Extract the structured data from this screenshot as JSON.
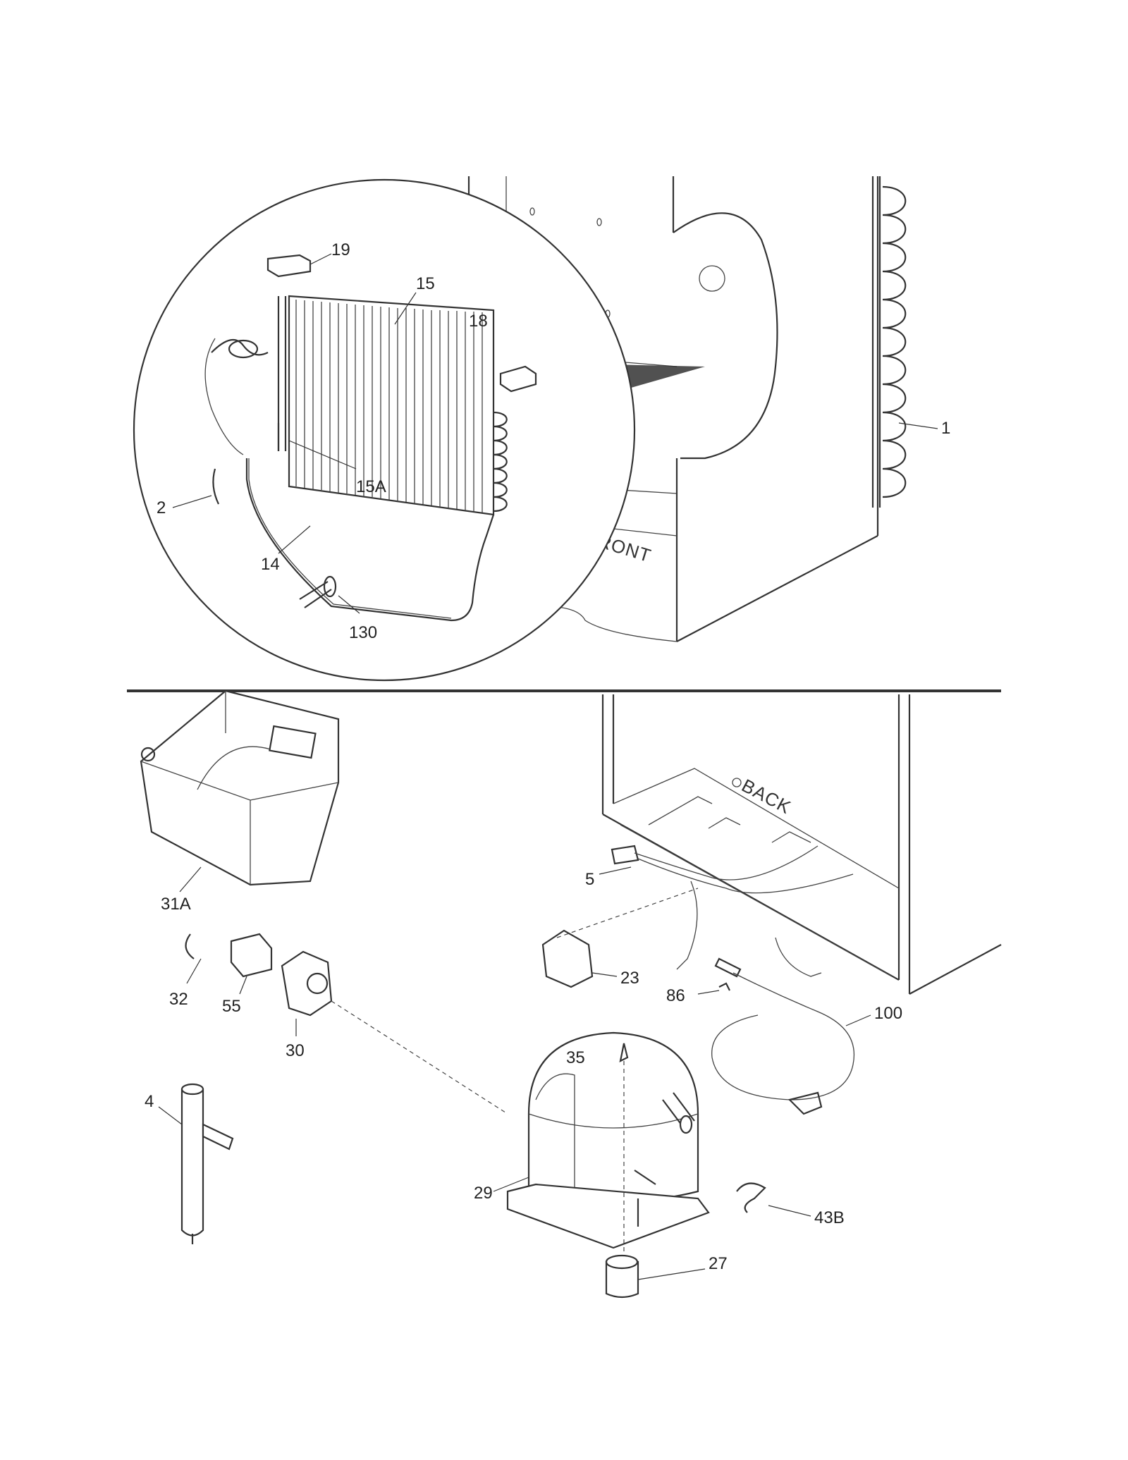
{
  "colors": {
    "line": "#333333",
    "background": "#ffffff"
  },
  "words": {
    "front": "FRONT",
    "back": "BACK"
  },
  "callouts": {
    "c1": "1",
    "c2": "2",
    "c14": "14",
    "c15": "15",
    "c15A": "15A",
    "c18": "18",
    "c19": "19",
    "c130": "130",
    "c31A": "31A",
    "c32": "32",
    "c55": "55",
    "c30": "30",
    "c5": "5",
    "c23": "23",
    "c86": "86",
    "c100": "100",
    "c35": "35",
    "c4": "4",
    "c29": "29",
    "c43B": "43B",
    "c27": "27"
  }
}
